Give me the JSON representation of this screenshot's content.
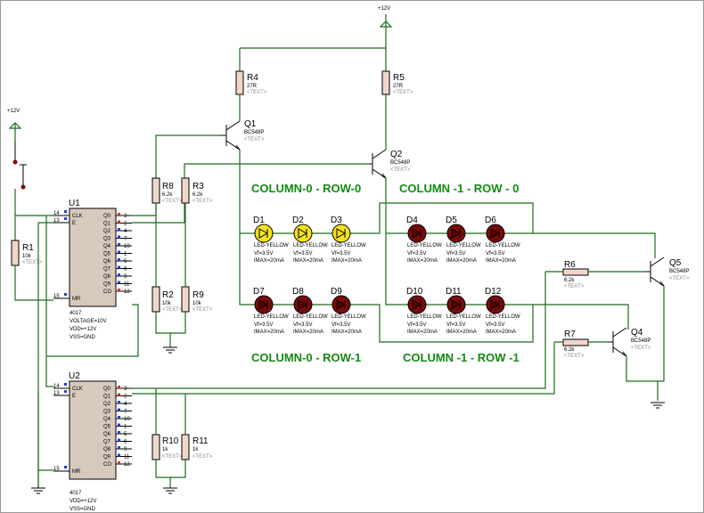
{
  "supply": {
    "top_label": "+12V",
    "left_label": "+12V"
  },
  "headings": {
    "c0r0": "COLUMN-0 - ROW-0",
    "c1r0": "COLUMN -1 - ROW - 0",
    "c0r1": "COLUMN-0 - ROW-1",
    "c1r1": "COLUMN -1 - ROW -1"
  },
  "text_placeholder": "<TEXT>",
  "resistors": {
    "R1": {
      "name": "R1",
      "value": "10k"
    },
    "R2": {
      "name": "R2",
      "value": "10k"
    },
    "R3": {
      "name": "R3",
      "value": "6.2k"
    },
    "R4": {
      "name": "R4",
      "value": "27R"
    },
    "R5": {
      "name": "R5",
      "value": "27R"
    },
    "R6": {
      "name": "R6",
      "value": "6.2k"
    },
    "R7": {
      "name": "R7",
      "value": "6.2k"
    },
    "R8": {
      "name": "R8",
      "value": "6.2k"
    },
    "R9": {
      "name": "R9",
      "value": "10k"
    },
    "R10": {
      "name": "R10",
      "value": "1k"
    },
    "R11": {
      "name": "R11",
      "value": "1k"
    }
  },
  "transistors": {
    "Q1": {
      "name": "Q1",
      "part": "BC548P"
    },
    "Q2": {
      "name": "Q2",
      "part": "BC548P"
    },
    "Q4": {
      "name": "Q4",
      "part": "BC548P"
    },
    "Q5": {
      "name": "Q5",
      "part": "BC548P"
    }
  },
  "led_spec": {
    "type": "LED-YELLOW",
    "vf": "Vf=3.5V",
    "imax": "IMAX=20mA"
  },
  "leds": [
    "D1",
    "D2",
    "D3",
    "D4",
    "D5",
    "D6",
    "D7",
    "D8",
    "D9",
    "D10",
    "D11",
    "D12"
  ],
  "ics": {
    "U1": {
      "name": "U1",
      "part": "4017",
      "voltage": "VOLTAGE=10V",
      "vdd": "VDD=+12V",
      "vss": "VSS=GND"
    },
    "U2": {
      "name": "U2",
      "part": "4017",
      "vdd": "VDD=+12V",
      "vss": "VSS=GND"
    }
  },
  "ic_pins": {
    "left_numbers": [
      "14",
      "13",
      "15"
    ],
    "left_names": [
      "CLK",
      "E",
      "MR"
    ],
    "right_numbers": [
      "3",
      "2",
      "4",
      "7",
      "10",
      "1",
      "5",
      "6",
      "9",
      "11",
      "12"
    ],
    "right_names": [
      "Q0",
      "Q1",
      "Q2",
      "Q3",
      "Q4",
      "Q5",
      "Q6",
      "Q7",
      "Q8",
      "Q9",
      "CO"
    ]
  }
}
